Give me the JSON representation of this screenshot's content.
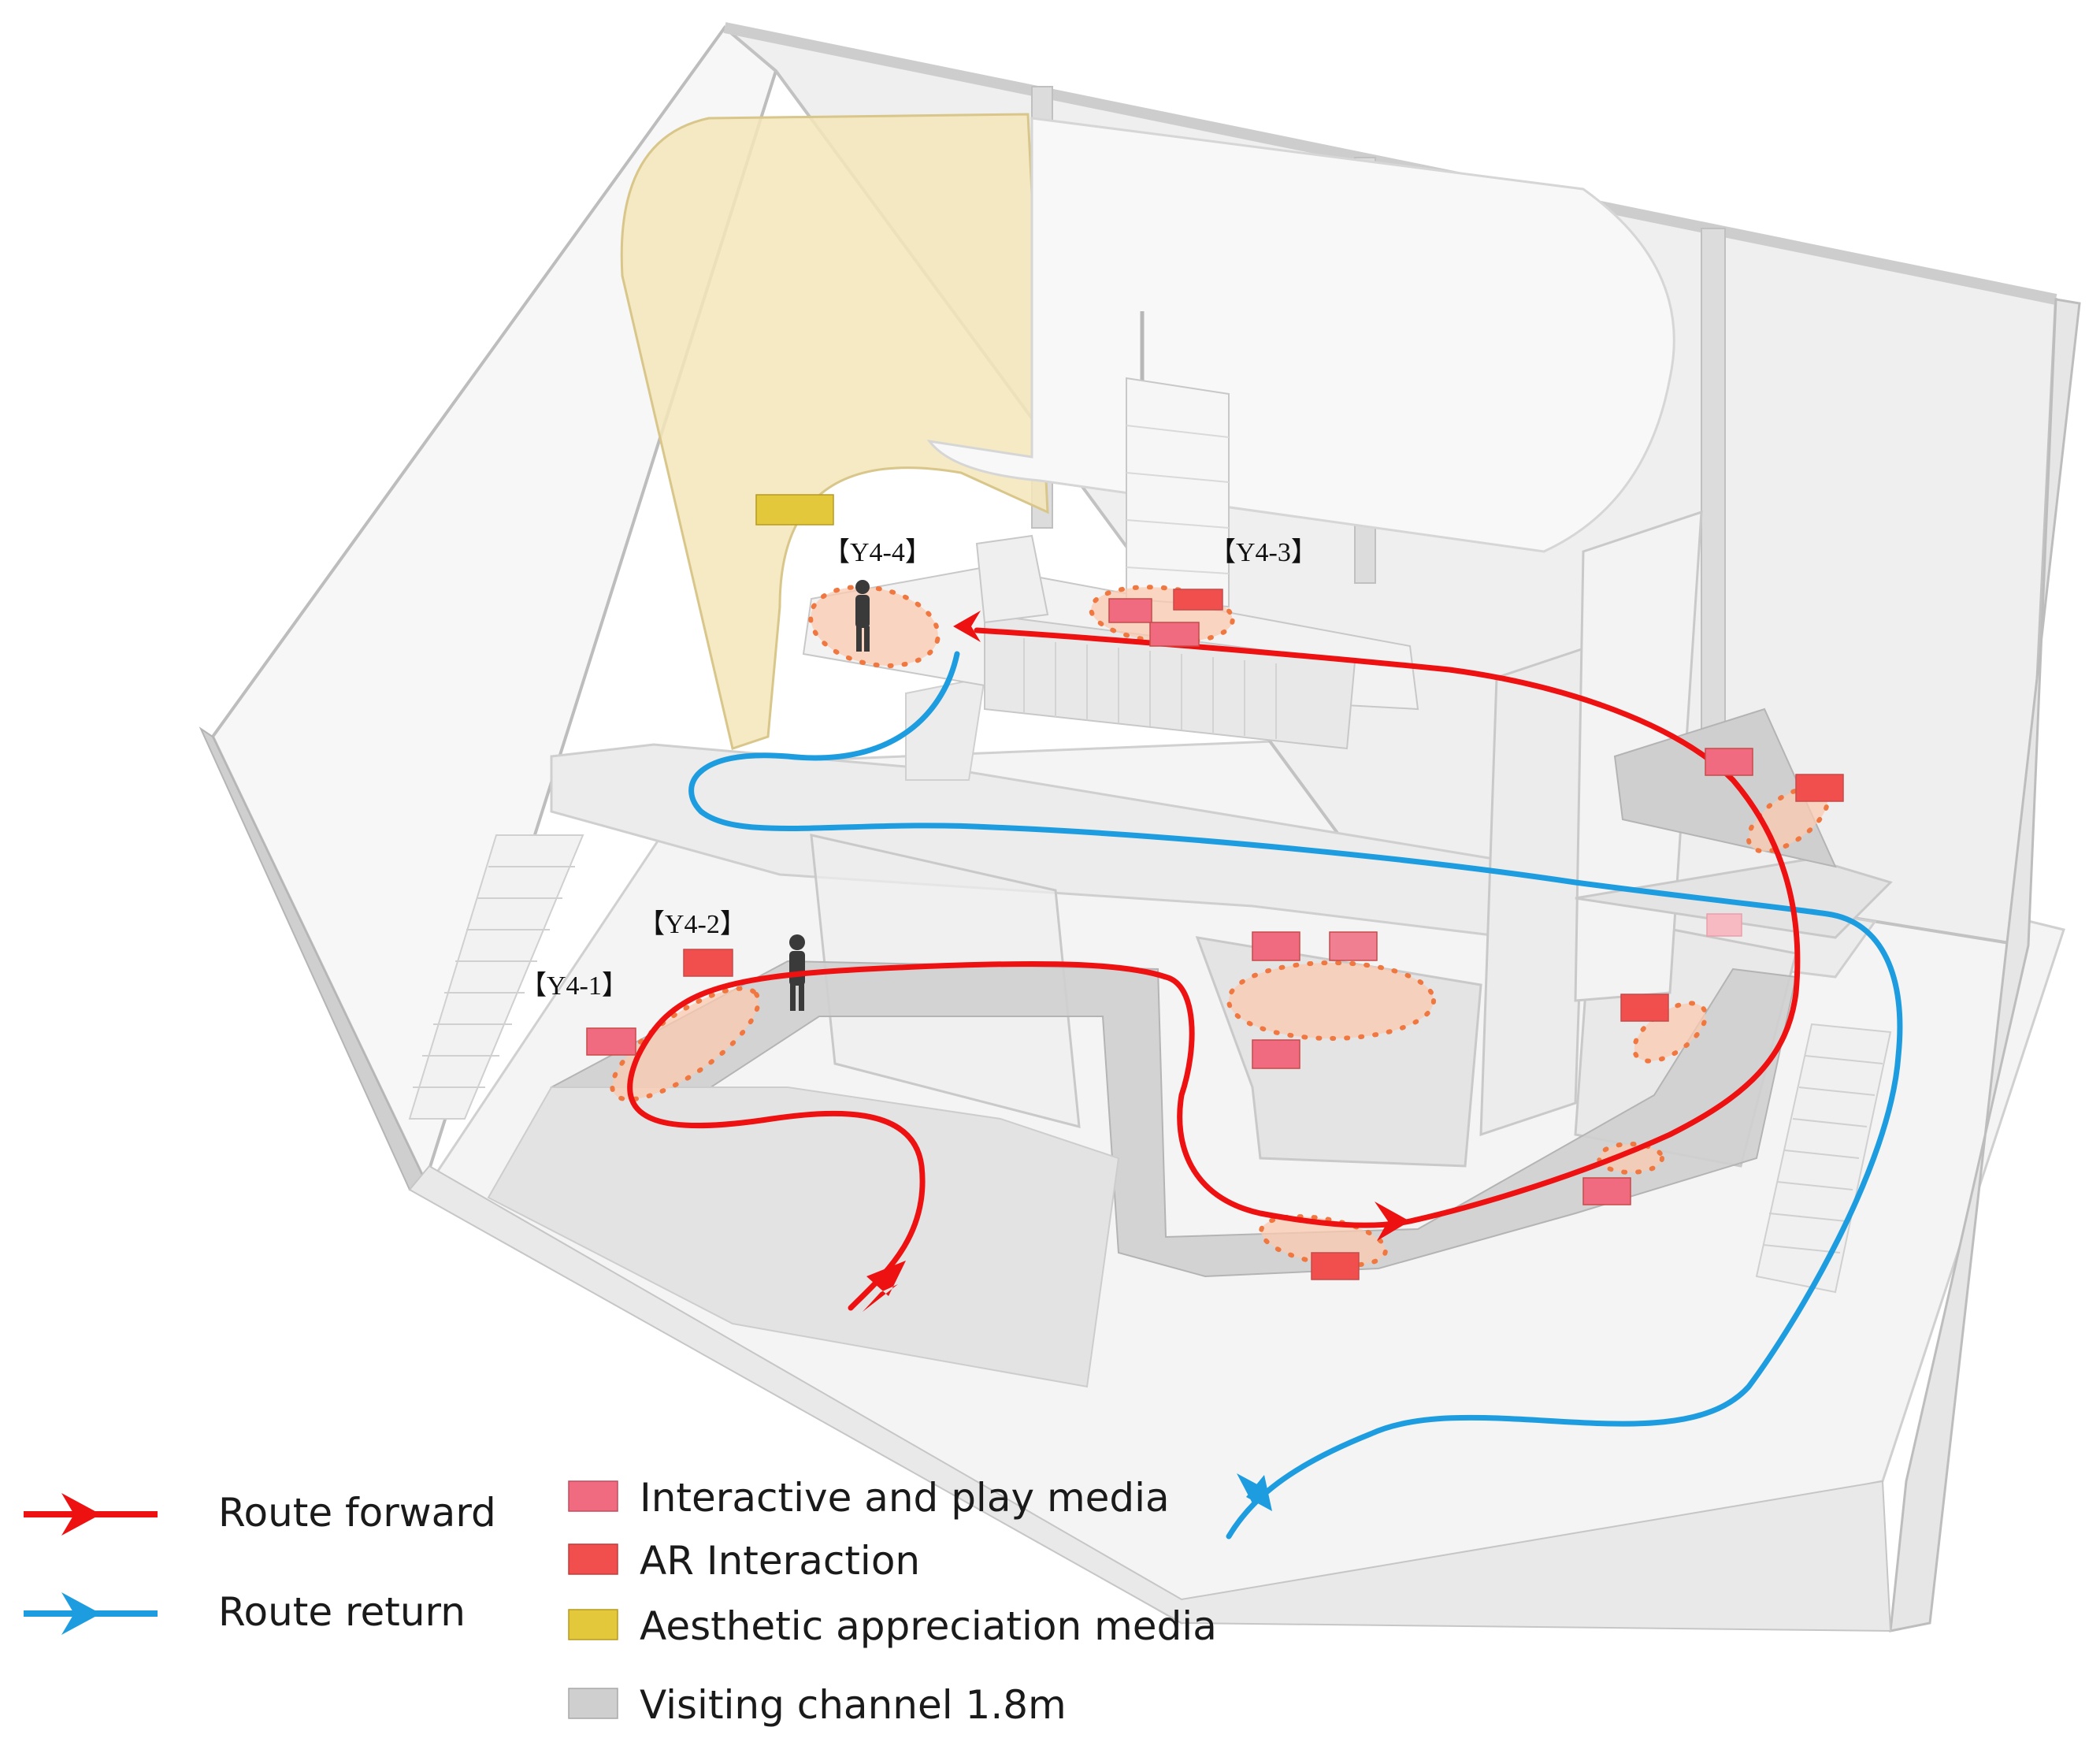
{
  "colors": {
    "route_forward": "#ee1111",
    "route_return": "#1d9de0",
    "interactive_media": "#f06a80",
    "ar_interaction": "#f14e4e",
    "aesthetic_media": "#e3c83c",
    "visiting_channel": "#cfcfcf",
    "hotspot_fill": "#f9c9b0",
    "hotspot_dots": "#f07840",
    "aesthetic_wall": "#f3e6b8"
  },
  "zones": [
    {
      "id": "y4-1",
      "label": "【Y4-1】"
    },
    {
      "id": "y4-2",
      "label": "【Y4-2】"
    },
    {
      "id": "y4-3",
      "label": "【Y4-3】"
    },
    {
      "id": "y4-4",
      "label": "【Y4-4】"
    }
  ],
  "legend": {
    "routes": [
      {
        "id": "forward",
        "label": "Route forward",
        "color": "#ee1111"
      },
      {
        "id": "return",
        "label": "Route return",
        "color": "#1d9de0"
      }
    ],
    "media": [
      {
        "id": "interactive",
        "label": "Interactive and play media",
        "color": "#f06a80"
      },
      {
        "id": "ar",
        "label": "AR Interaction",
        "color": "#f14e4e"
      },
      {
        "id": "aesthetic",
        "label": "Aesthetic appreciation media",
        "color": "#e3c83c"
      },
      {
        "id": "channel",
        "label": "Visiting channel 1.8m",
        "color": "#cfcfcf"
      }
    ]
  },
  "icons": [
    "route-arrow-icon",
    "person-icon",
    "ship-model-icon"
  ]
}
